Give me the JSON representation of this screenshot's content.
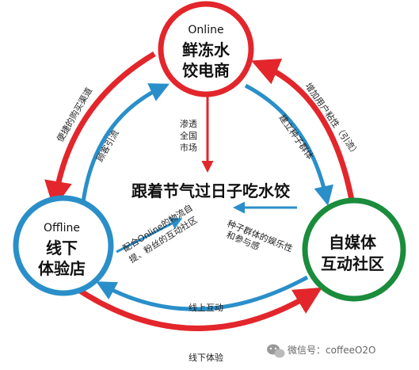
{
  "nodes": {
    "online_store": {
      "tag": "Online",
      "line1": "鲜冻水",
      "line2": "饺电商",
      "ring_color": "#e2262b"
    },
    "offline_store": {
      "tag": "Offline",
      "line1": "线下",
      "line2": "体验店",
      "ring_color": "#2a8fc9"
    },
    "community": {
      "line1": "自媒体",
      "line2": "互动社区",
      "ring_color": "#1a8c3c"
    }
  },
  "center_title": "跟着节气过日子吃水饺",
  "arrow_labels": {
    "purchase_channel": "便捷的购买渠道",
    "customer_guide": "顾客引流",
    "penetration_1": "渗透",
    "penetration_2": "全国",
    "penetration_3": "市场",
    "stickiness": "增加用户粘性（引流）",
    "seed_community": "建立种子群体",
    "online_logistics_1": "配合Online的物流自",
    "online_logistics_2": "提、粉丝的互动社区",
    "seed_fun_1": "种子群体的娱乐性",
    "seed_fun_2": "和参与感",
    "online_interaction": "线上互动",
    "offline_experience": "线下体验"
  },
  "watermark": "微信号：coffeeO2O",
  "colors": {
    "red": "#e2262b",
    "blue": "#2a8fc9",
    "green": "#1a8c3c"
  }
}
